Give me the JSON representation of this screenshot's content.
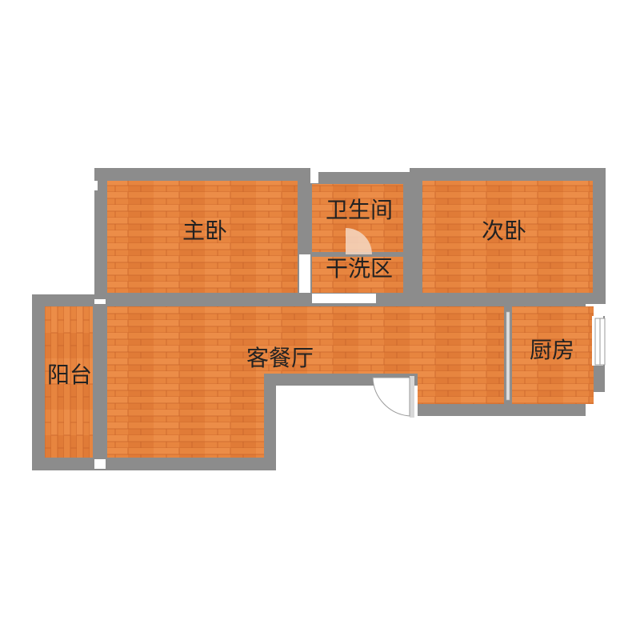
{
  "colors": {
    "wall": "#8c8c8c",
    "floor": "#e7853f",
    "floor_dark": "#cf6a2a",
    "floor_light": "#f09a55",
    "door": "#e0e0e0",
    "label": "#222222"
  },
  "rooms": {
    "master_bedroom": {
      "label": "主卧"
    },
    "bathroom": {
      "label": "卫生间"
    },
    "laundry": {
      "label": "干洗区"
    },
    "second_bedroom": {
      "label": "次卧"
    },
    "living_dining": {
      "label": "客餐厅"
    },
    "kitchen": {
      "label": "厨房"
    },
    "balcony": {
      "label": "阳台"
    }
  }
}
